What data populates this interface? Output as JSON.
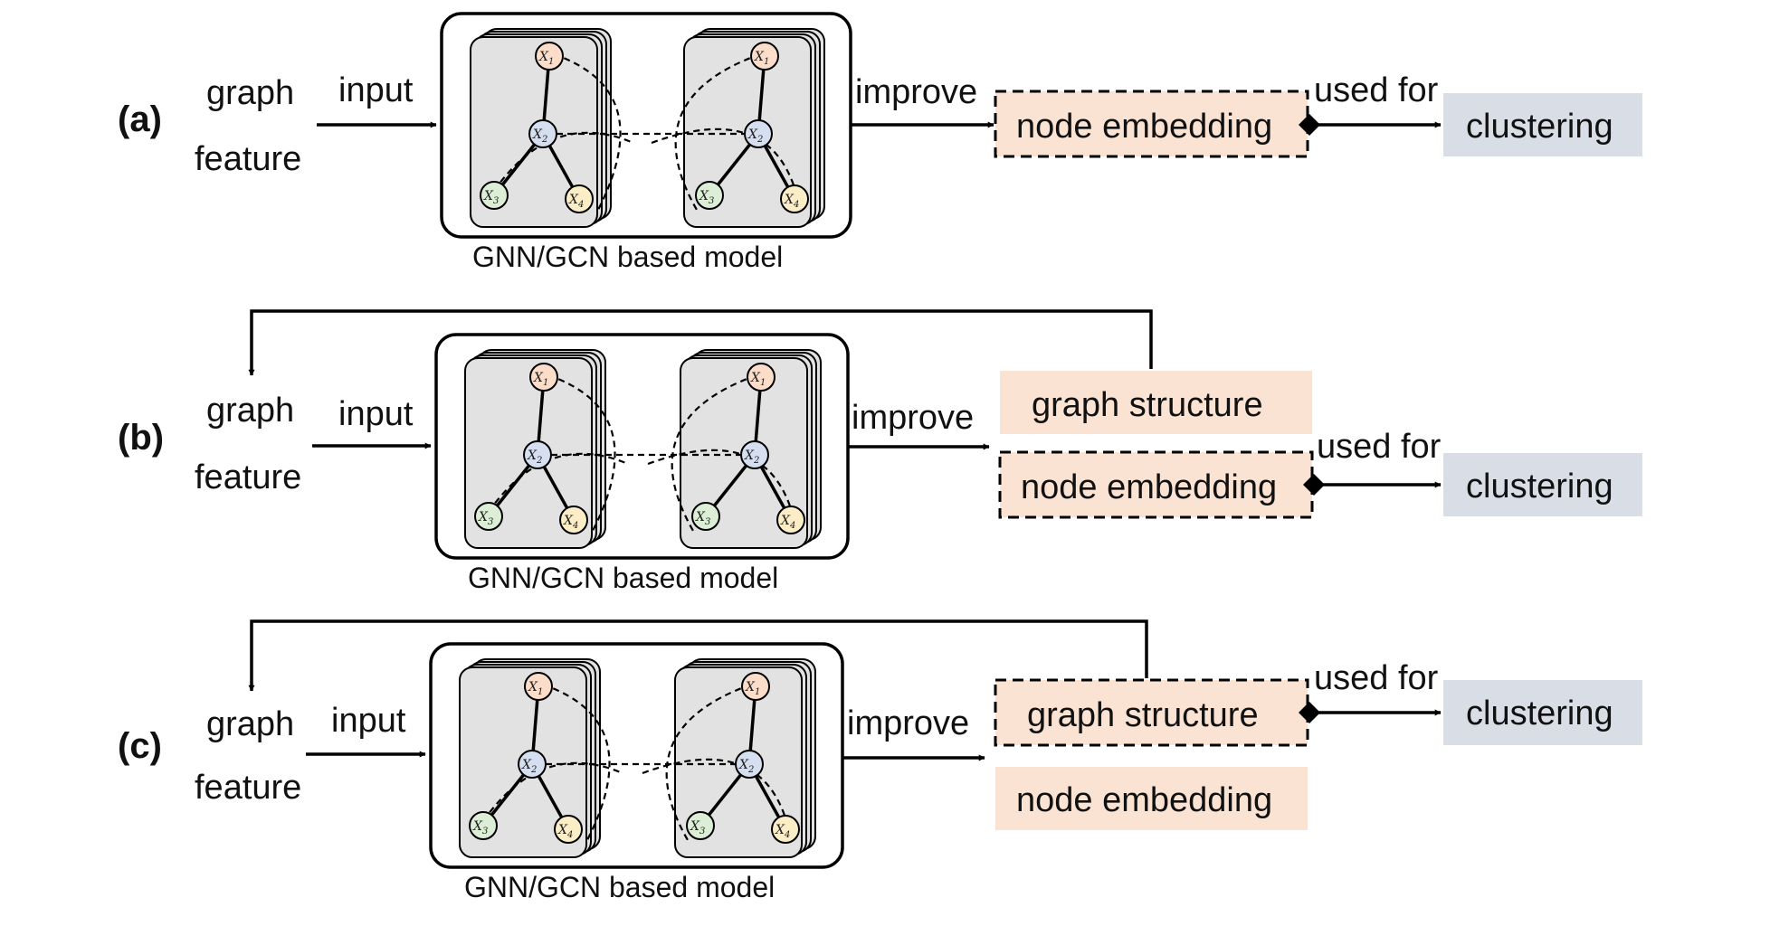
{
  "colors": {
    "peach": "#fbe3d3",
    "steel": "#d9dee6",
    "panel_gray": "#e2e2e2",
    "node_x1": "#fbddca",
    "node_x2": "#d6dff0",
    "node_x3": "#dcefd6",
    "node_x4": "#fbeec6"
  },
  "nodes": [
    "X1",
    "X2",
    "X3",
    "X4"
  ],
  "rows": [
    {
      "panel": "(a)",
      "graph": "graph",
      "feature": "feature",
      "input": "input",
      "model_caption": "GNN/GCN based model",
      "improve": "improve",
      "used_for": "used for",
      "clustering": "clustering",
      "graph_structure": "",
      "node_embedding": "node embedding"
    },
    {
      "panel": "(b)",
      "graph": "graph",
      "feature": "feature",
      "input": "input",
      "model_caption": "GNN/GCN based model",
      "improve": "improve",
      "used_for": "used for",
      "clustering": "clustering",
      "graph_structure": "graph structure",
      "node_embedding": "node embedding"
    },
    {
      "panel": "(c)",
      "graph": "graph",
      "feature": "feature",
      "input": "input",
      "model_caption": "GNN/GCN based model",
      "improve": "improve",
      "used_for": "used for",
      "clustering": "clustering",
      "graph_structure": "graph structure",
      "node_embedding": "node embedding"
    }
  ]
}
